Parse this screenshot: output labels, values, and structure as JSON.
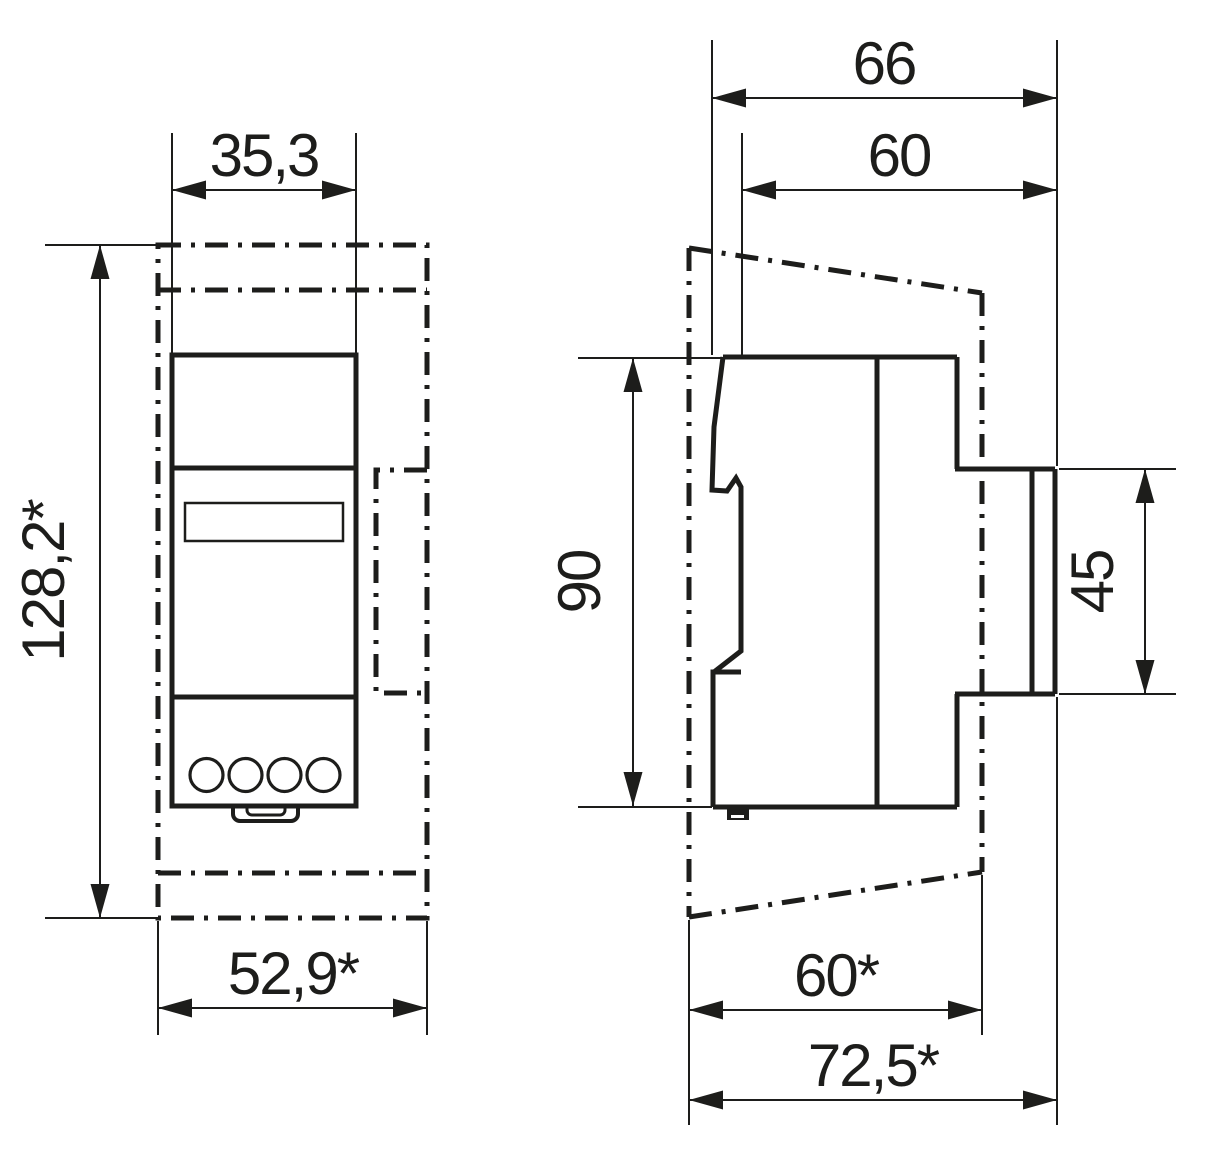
{
  "drawing": {
    "ink_color": "#1d1d1b",
    "front_view": {
      "dim_width_top": "35,3",
      "dim_height": "128,2*",
      "dim_width_bottom": "52,9*"
    },
    "side_view": {
      "dim_depth_total": "66",
      "dim_depth_front": "60",
      "dim_height_body": "90",
      "dim_height_front_panel": "45",
      "dim_depth_recessed": "60*",
      "dim_depth_max": "72,5*"
    }
  }
}
